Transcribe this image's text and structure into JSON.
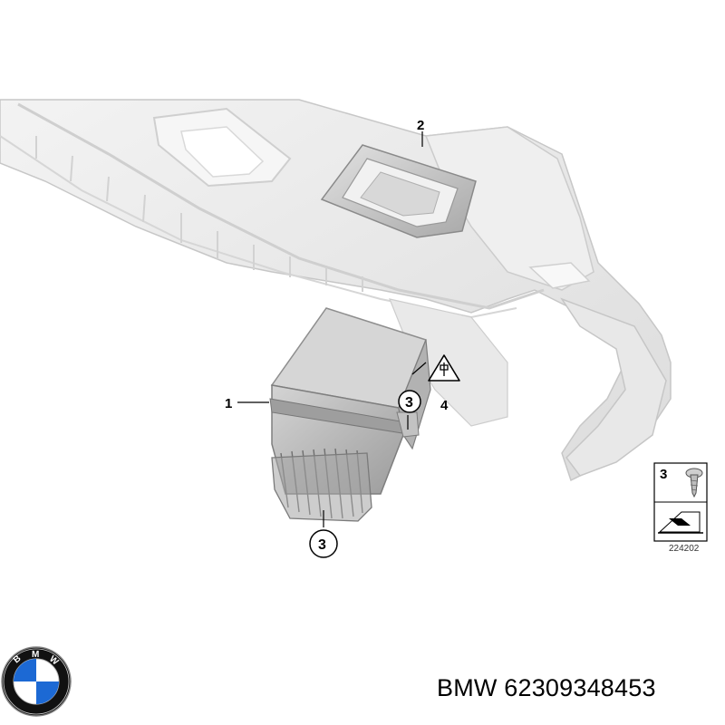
{
  "diagram": {
    "callouts": {
      "part1": "1",
      "part2": "2",
      "part3a": "3",
      "part3b": "3",
      "part4": "4"
    },
    "legend": {
      "screw_number": "3",
      "caption": "224202"
    }
  },
  "footer": {
    "brand_logo": "BMW",
    "part_title": "BMW 62309348453"
  },
  "colors": {
    "dashboard_fill": "#ececec",
    "dashboard_edge": "#c9c9c9",
    "module_fill": "#bdbdbd",
    "module_dark": "#8f8f8f",
    "logo_blue": "#1c69d4",
    "logo_ring": "#111111"
  }
}
